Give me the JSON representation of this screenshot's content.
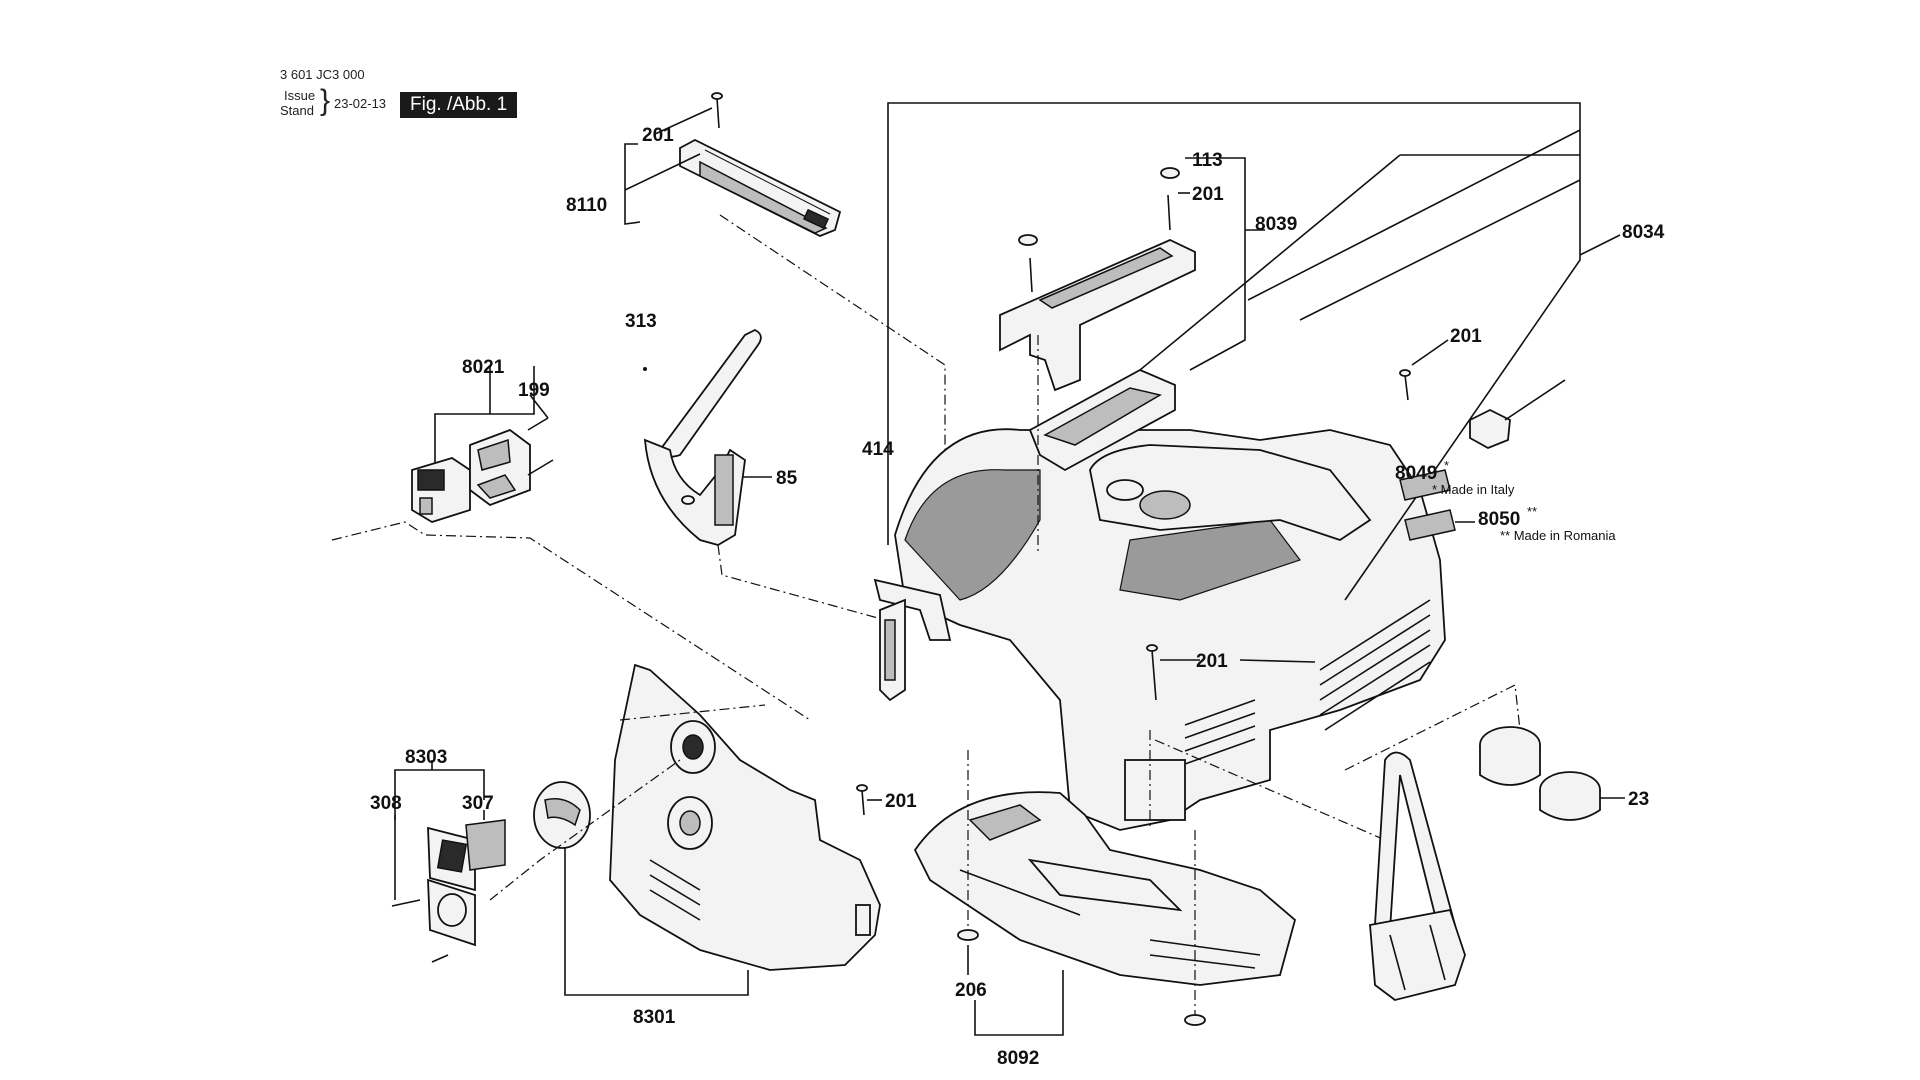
{
  "header": {
    "doc_number": "3 601 JC3 000",
    "issue_label": "Issue",
    "stand_label": "Stand",
    "issue_date": "23-02-13",
    "figure_label": "Fig. /Abb. 1"
  },
  "parts": {
    "p201a": "201",
    "p8110": "8110",
    "p113": "113",
    "p201b": "201",
    "p8039": "8039",
    "p8034": "8034",
    "p201c": "201",
    "p313": "313",
    "p8021": "8021",
    "p199": "199",
    "p85": "85",
    "p414": "414",
    "p8049": "8049",
    "p8049_mark": "*",
    "p8050": "8050",
    "p8050_mark": "**",
    "p201d": "201",
    "p8303": "8303",
    "p308": "308",
    "p307": "307",
    "p201e": "201",
    "p23": "23",
    "p206": "206",
    "p8301": "8301",
    "p8092": "8092"
  },
  "notes": {
    "italy": "* Made in Italy",
    "romania": "** Made in Romania"
  },
  "icons": [
    "screw-icon",
    "washer-icon",
    "cap-icon",
    "handle-icon",
    "housing-icon"
  ]
}
